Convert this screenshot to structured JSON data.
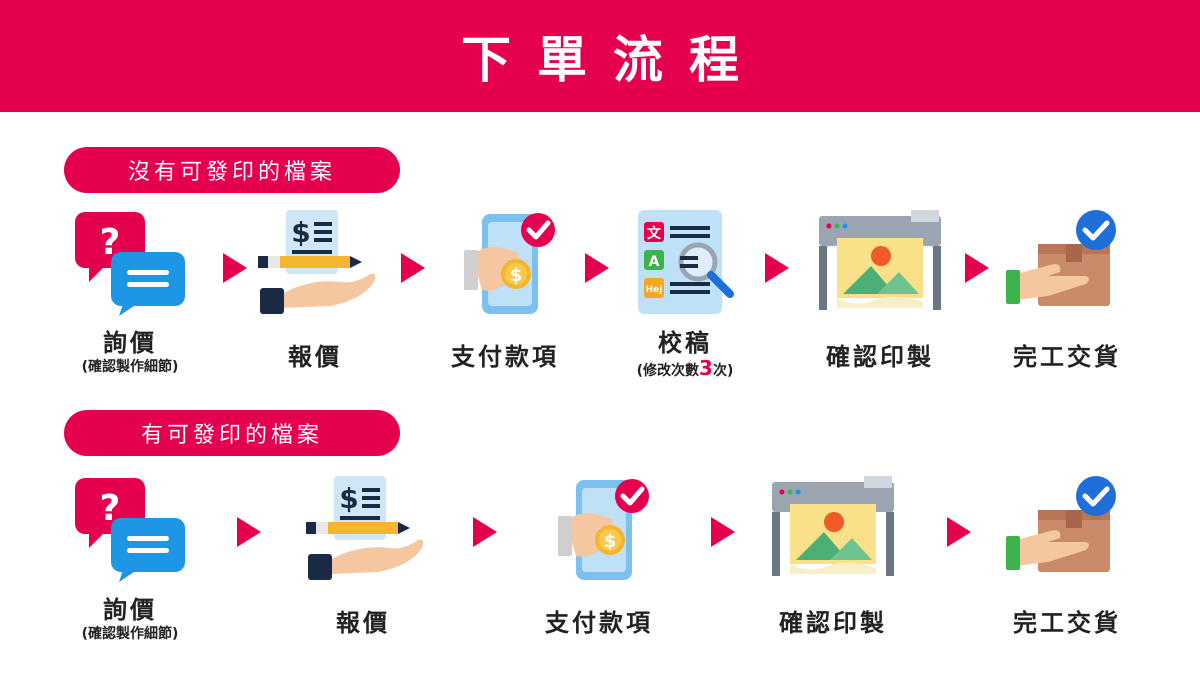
{
  "header": {
    "title": "下單流程"
  },
  "flows": [
    {
      "label": "沒有可發印的檔案",
      "steps": [
        {
          "label": "詢價",
          "note": "(確認製作細節)"
        },
        {
          "label": "報價"
        },
        {
          "label": "支付款項"
        },
        {
          "label": "校稿",
          "note_prefix": "(修改次數",
          "note_number": "3",
          "note_suffix": "次)"
        },
        {
          "label": "確認印製"
        },
        {
          "label": "完工交貨"
        }
      ]
    },
    {
      "label": "有可發印的檔案",
      "steps": [
        {
          "label": "詢價",
          "note": "(確認製作細節)"
        },
        {
          "label": "報價"
        },
        {
          "label": "支付款項"
        },
        {
          "label": "確認印製"
        },
        {
          "label": "完工交貨"
        }
      ]
    }
  ],
  "icons": {
    "inquiry": "chat-question-icon",
    "quote": "invoice-hand-icon",
    "payment": "mobile-payment-icon",
    "proof": "document-magnifier-icon",
    "print": "large-format-printer-icon",
    "delivery": "package-handover-icon"
  },
  "colors": {
    "accent": "#e5004f",
    "text": "#222222"
  }
}
